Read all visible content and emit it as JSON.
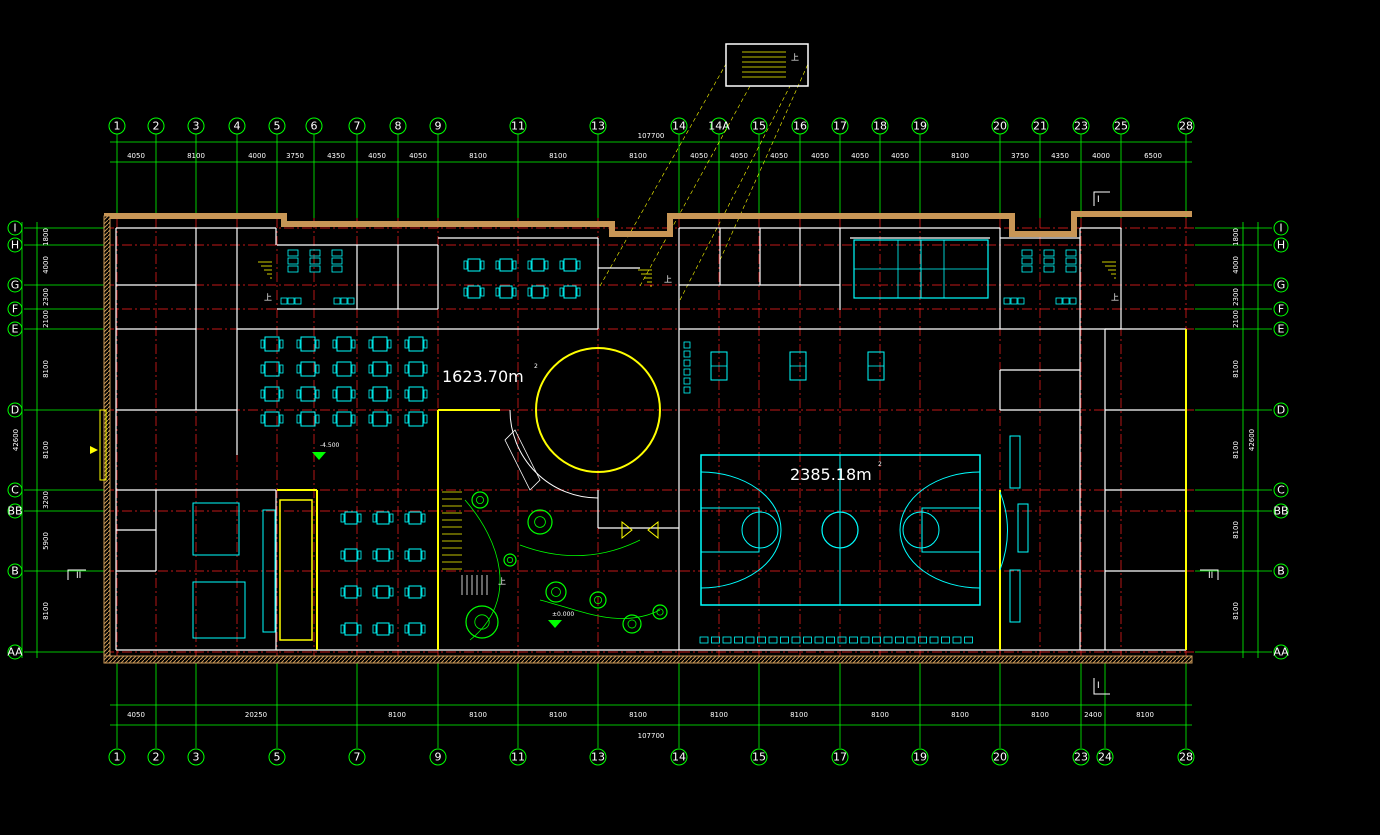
{
  "grid": {
    "columns": [
      "1",
      "2",
      "3",
      "4",
      "5",
      "6",
      "7",
      "8",
      "9",
      "11",
      "13",
      "14",
      "14A",
      "15",
      "16",
      "17",
      "18",
      "19",
      "20",
      "21",
      "23",
      "25",
      "28"
    ],
    "columns_bottom": [
      "1",
      "2",
      "3",
      "5",
      "7",
      "9",
      "11",
      "13",
      "14",
      "15",
      "17",
      "19",
      "20",
      "23",
      "24",
      "28"
    ],
    "rows": [
      "I",
      "H",
      "G",
      "F",
      "E",
      "D",
      "C",
      "BB",
      "B",
      "AA"
    ]
  },
  "dimensions": {
    "top_total": "107700",
    "top_segments": [
      "4050",
      "8100",
      "4000",
      "3750",
      "4350",
      "4050",
      "4050",
      "8100",
      "8100",
      "8100",
      "4050",
      "4050",
      "4050",
      "4050",
      "4050",
      "4050",
      "8100",
      "3750",
      "4350",
      "4000",
      "6500"
    ],
    "bottom_total": "107700",
    "bottom_segments": [
      "4050",
      "20250",
      "8100",
      "8100",
      "8100",
      "8100",
      "8100",
      "8100",
      "8100",
      "8100",
      "8100",
      "2400",
      "8100"
    ],
    "side_total": "42600",
    "left_segments": [
      "1800",
      "4000",
      "2300",
      "2100",
      "8100",
      "8100",
      "3200",
      "5900",
      "8100"
    ],
    "right_segments": [
      "1800",
      "4000",
      "2300",
      "2100",
      "8100",
      "8100",
      "8100",
      "8100"
    ]
  },
  "annotations": {
    "area_left": "1623.70m",
    "area_court": "2385.18m",
    "area_sup": "2",
    "level_low": "-4.500",
    "level_zero": "±0.000",
    "section_mark": "II",
    "section_mark_2": "I",
    "stair_up": "上"
  },
  "colors": {
    "grid_line": "#00ff00",
    "axis_line": "#ff2020",
    "wall": "#ffffff",
    "wall_hatch": "#c89656",
    "furniture": "#00ffff",
    "partition": "#ffff00",
    "plant": "#00ff00"
  }
}
